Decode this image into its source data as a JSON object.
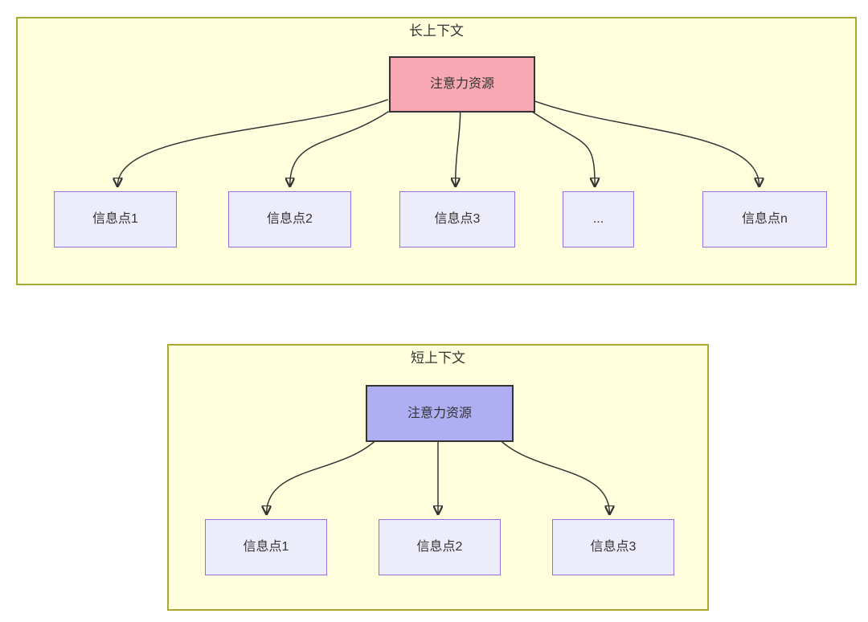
{
  "sections": [
    {
      "title": "长上下文",
      "root_label": "注意力资源",
      "children": [
        {
          "label": "信息点1"
        },
        {
          "label": "信息点2"
        },
        {
          "label": "信息点3"
        },
        {
          "label": "..."
        },
        {
          "label": "信息点n"
        }
      ]
    },
    {
      "title": "短上下文",
      "root_label": "注意力资源",
      "children": [
        {
          "label": "信息点1"
        },
        {
          "label": "信息点2"
        },
        {
          "label": "信息点3"
        }
      ]
    }
  ],
  "colors": {
    "page_bg": "#FFFFFF",
    "container_fill": "#FFFFDE",
    "container_border": "#AAAA33",
    "long_root_fill": "#F7A8B2",
    "short_root_fill": "#B0AEF3",
    "leaf_fill": "#ECECFB",
    "leaf_border": "#9370DB",
    "node_border": "#333333",
    "edge_color": "#333333",
    "text_color": "#333333"
  }
}
